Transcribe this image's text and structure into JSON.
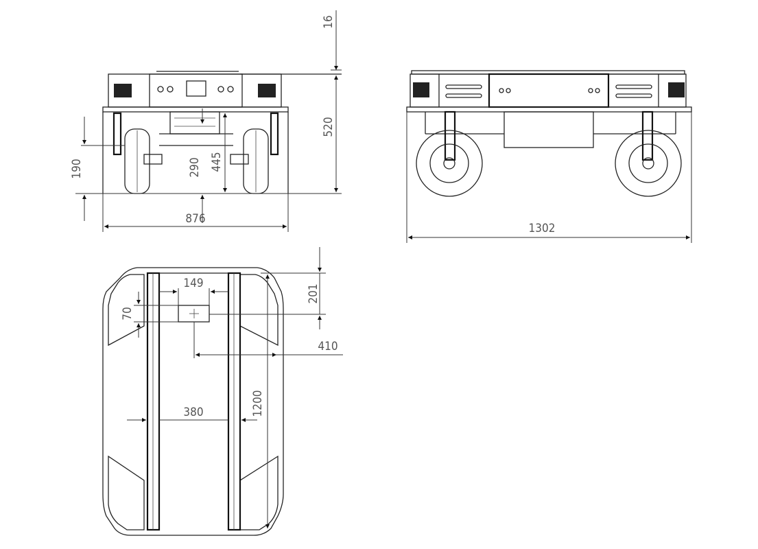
{
  "drawing": {
    "front_view": {
      "dimensions": {
        "top_offset": "16",
        "height": "520",
        "ground_clearance": "190",
        "wheel_axis_height": "290",
        "body_height": "445",
        "width": "876"
      }
    },
    "side_view": {
      "dimensions": {
        "length": "1302"
      }
    },
    "top_view": {
      "dimensions": {
        "mount_width": "149",
        "mount_offset_front": "201",
        "mount_depth": "70",
        "mount_offset_side": "410",
        "rail_spacing": "380",
        "rail_length": "1200"
      }
    }
  }
}
